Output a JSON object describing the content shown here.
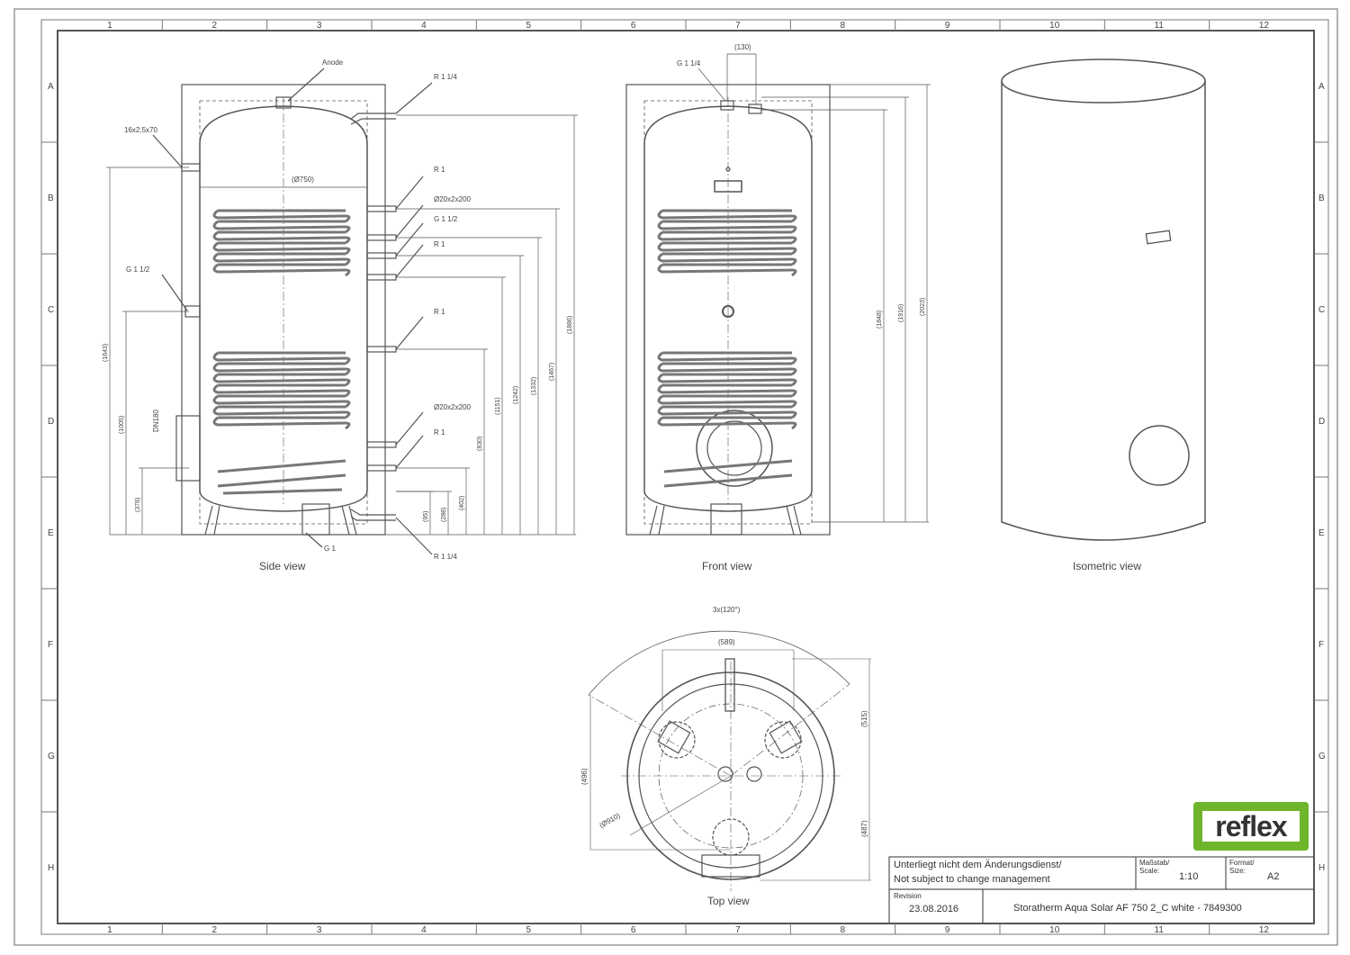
{
  "frame": {
    "columns": [
      "1",
      "2",
      "3",
      "4",
      "5",
      "6",
      "7",
      "8",
      "9",
      "10",
      "11",
      "12"
    ],
    "rows": [
      "A",
      "B",
      "C",
      "D",
      "E",
      "F",
      "G",
      "H"
    ]
  },
  "side_view": {
    "title": "Side view",
    "labels": {
      "anode": "Anode",
      "r114_top": "R 1 1/4",
      "sensor": "16x2,5x70",
      "diameter": "(Ø750)",
      "r1_a": "R 1",
      "coil_a": "Ø20x2x200",
      "g112_right": "G 1 1/2",
      "r1_b": "R 1",
      "g112_left": "G 1 1/2",
      "r1_c": "R 1",
      "coil_b": "Ø20x2x200",
      "r1_d": "R 1",
      "dn180": "DN180",
      "g1": "G 1",
      "r114_bottom": "R 1 1/4"
    },
    "dimensions": [
      "(1643)",
      "(1005)",
      "(378)",
      "(95)",
      "(288)",
      "(402)",
      "(830)",
      "(1151)",
      "(1242)",
      "(1332)",
      "(1467)",
      "(1886)"
    ]
  },
  "front_view": {
    "title": "Front view",
    "labels": {
      "top_width": "(130)",
      "g114": "G 1 1/4"
    },
    "dimensions": [
      "(1848)",
      "(1916)",
      "(2023)"
    ]
  },
  "isometric_view": {
    "title": "Isometric view"
  },
  "top_view": {
    "title": "Top view",
    "labels": {
      "angle": "3x(120°)",
      "width": "(589)",
      "d1": "(515)",
      "d2": "(496)",
      "d3": "(487)",
      "diameter": "(Ø910)"
    }
  },
  "title_block": {
    "notice_line1": "Unterliegt nicht dem Änderungsdienst/",
    "notice_line2": "Not subject to change management",
    "scale_label_de": "Maßstab/",
    "scale_label_en": "Scale:",
    "scale_value": "1:10",
    "format_label_de": "Format/",
    "format_label_en": "Size:",
    "format_value": "A2",
    "revision_label": "Revision",
    "revision_date": "23.08.2016",
    "product": "Storatherm Aqua Solar AF 750 2_C white - 7849300",
    "logo_text": "reflex"
  },
  "colors": {
    "line": "#555555",
    "logo_green": "#6fb52c"
  }
}
